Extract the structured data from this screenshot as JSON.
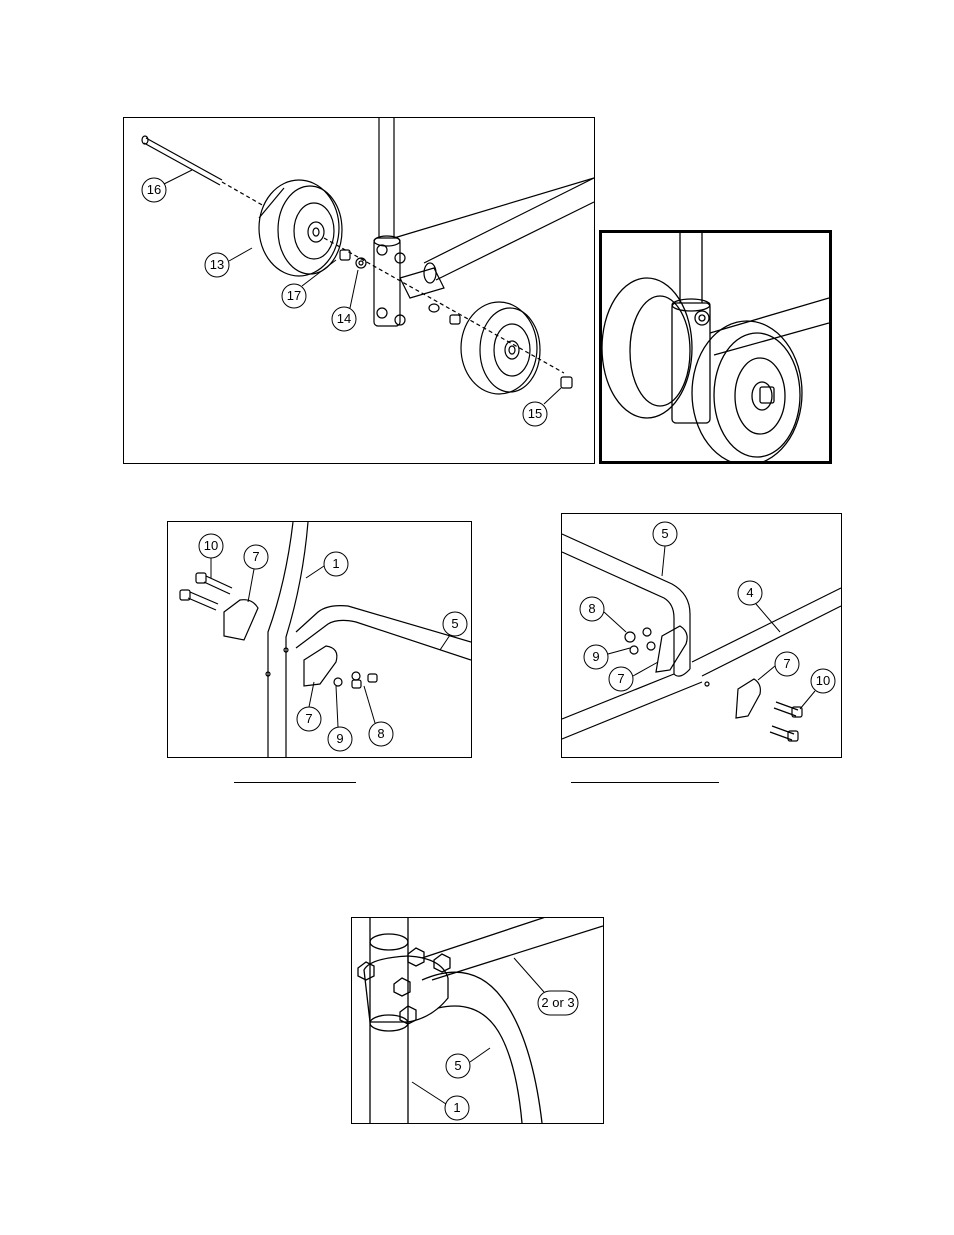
{
  "figure1": {
    "callouts": {
      "c16": "16",
      "c13": "13",
      "c17": "17",
      "c14": "14",
      "c15": "15"
    }
  },
  "figure3": {
    "callouts": {
      "c10": "10",
      "c7a": "7",
      "c1": "1",
      "c5": "5",
      "c7b": "7",
      "c9": "9",
      "c8": "8"
    }
  },
  "figure4": {
    "callouts": {
      "c5": "5",
      "c4": "4",
      "c8": "8",
      "c9": "9",
      "c7a": "7",
      "c7b": "7",
      "c10": "10"
    }
  },
  "figure5": {
    "callouts": {
      "c23": "2 or 3",
      "c5": "5",
      "c1": "1"
    }
  }
}
